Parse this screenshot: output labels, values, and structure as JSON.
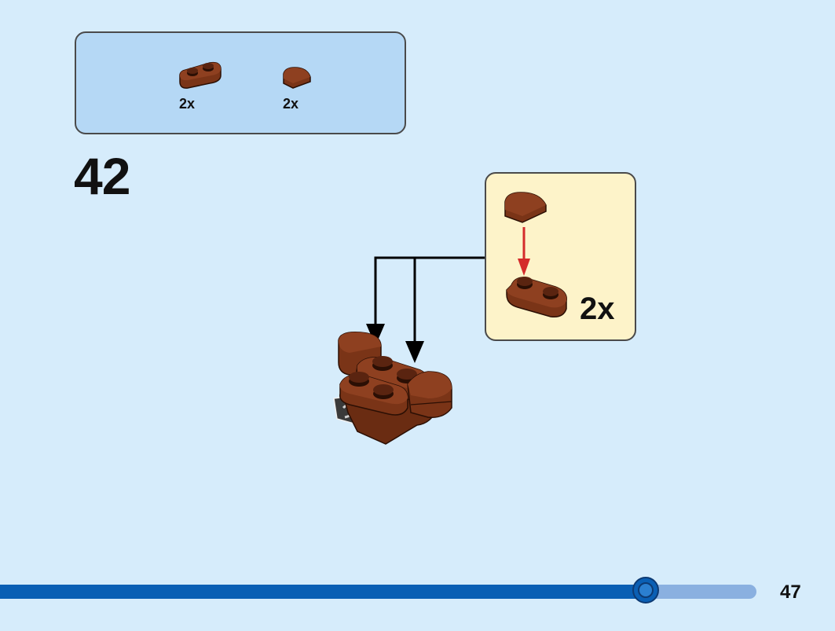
{
  "parts_list": {
    "items": [
      {
        "name": "plate-1x2-rounded",
        "qty": "2x",
        "color": "#7a3417"
      },
      {
        "name": "tile-round-half",
        "qty": "2x",
        "color": "#7a3417"
      }
    ]
  },
  "step": {
    "number": "42"
  },
  "callout": {
    "qty": "2x"
  },
  "page": {
    "number": "47"
  },
  "progress": {
    "fraction": 0.854
  },
  "colors": {
    "background": "#d6ecfb",
    "parts_box": "#b5d8f5",
    "callout_box": "#fdf3c9",
    "brick_brown": "#7a3417",
    "brick_brown_dark": "#4e1d0a",
    "arrow_red": "#d42b2b",
    "progress_fill": "#0a5fb4",
    "progress_track": "#8ab0e0"
  }
}
